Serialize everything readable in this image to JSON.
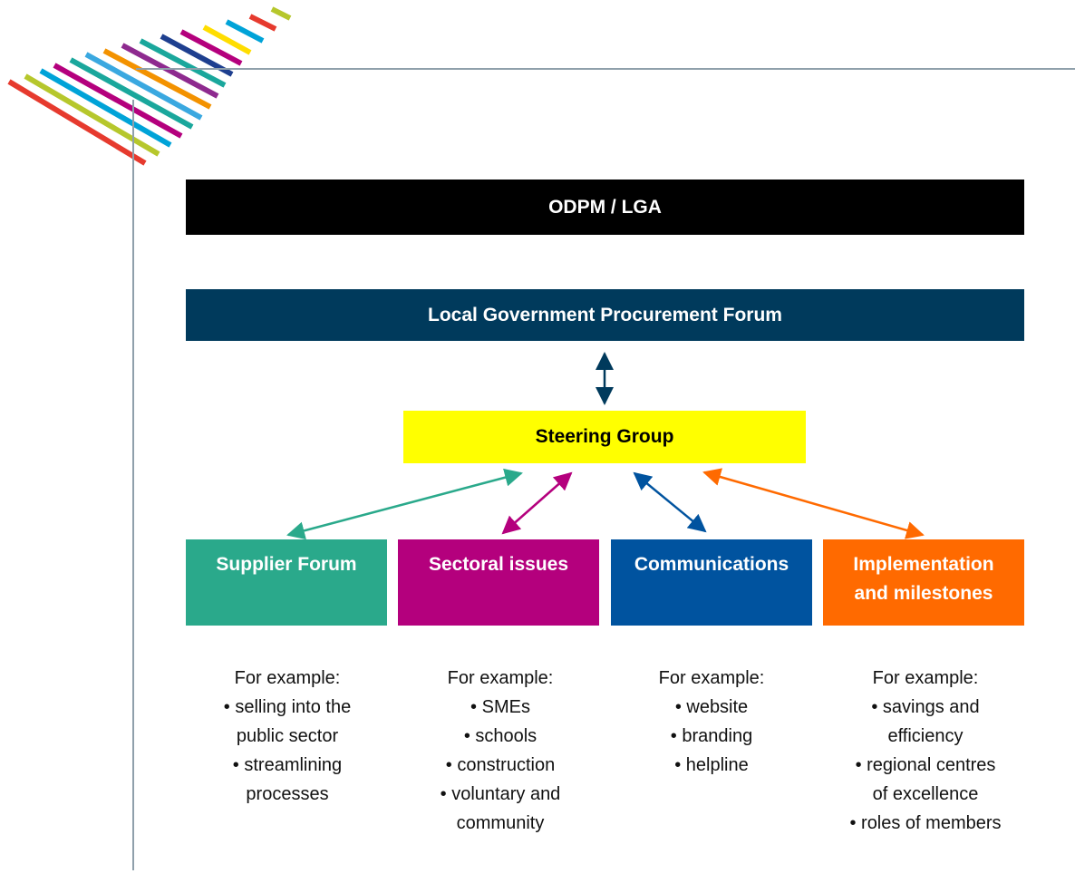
{
  "top_box": {
    "label": "ODPM / LGA"
  },
  "forum_box": {
    "label": "Local Government Procurement Forum"
  },
  "steering_box": {
    "label": "Steering Group"
  },
  "subgroups": [
    {
      "label": "Supplier Forum",
      "color": "#2aa98b"
    },
    {
      "label": "Sectoral issues",
      "color": "#b4007d"
    },
    {
      "label": "Communications",
      "color": "#00539f"
    },
    {
      "label": "Implementation and milestones",
      "color": "#ff6a00"
    }
  ],
  "examples": [
    {
      "lines": [
        "For example:",
        "• selling into the",
        "public sector",
        "• streamlining",
        "processes"
      ]
    },
    {
      "lines": [
        "For example:",
        "• SMEs",
        "• schools",
        "• construction",
        "• voluntary and",
        "community"
      ]
    },
    {
      "lines": [
        "For example:",
        "• website",
        "• branding",
        "• helpline"
      ]
    },
    {
      "lines": [
        "For example:",
        "• savings and",
        "efficiency",
        "• regional centres",
        "of excellence",
        "• roles of members"
      ]
    }
  ],
  "colors": {
    "top": "#000000",
    "forum": "#003a5c",
    "steering": "#ffff00",
    "frame": "#8fa0ab"
  }
}
